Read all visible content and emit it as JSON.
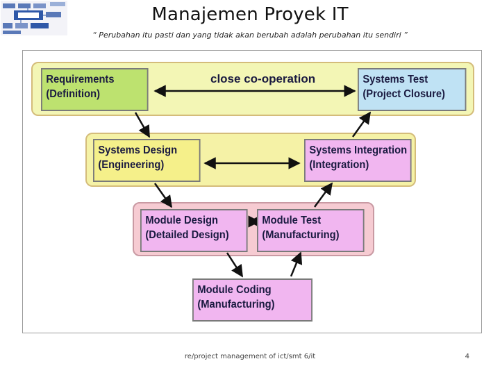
{
  "header": {
    "title": "Manajemen Proyek IT",
    "subtitle": "“ Perubahan itu pasti dan yang tidak akan berubah adalah perubahan itu sendiri ”"
  },
  "diagram": {
    "requirements": [
      "Requirements",
      "(Definition)"
    ],
    "cooperation_label": "close co-operation",
    "systems_test": [
      "Systems Test",
      "(Project Closure)"
    ],
    "systems_design": [
      "Systems Design",
      "(Engineering)"
    ],
    "systems_integration": [
      "Systems Integration",
      "(Integration)"
    ],
    "module_design": [
      "Module Design",
      "(Detailed Design)"
    ],
    "module_test": [
      "Module Test",
      "(Manufacturing)"
    ],
    "module_coding": [
      "Module Coding",
      "(Manufacturing)"
    ]
  },
  "footer": {
    "text": "re/project management of ict/smt 6/it",
    "page_number": "4"
  },
  "colors": {
    "band_outer": "#f3f6b5",
    "band_middle": "#f5f2a6",
    "band_inner": "#f6cbd2",
    "requirements_box": "#bde26f",
    "systems_test_box": "#bfe2f4",
    "systems_design_box": "#f5f08a",
    "pink_box": "#f1b6f0"
  }
}
